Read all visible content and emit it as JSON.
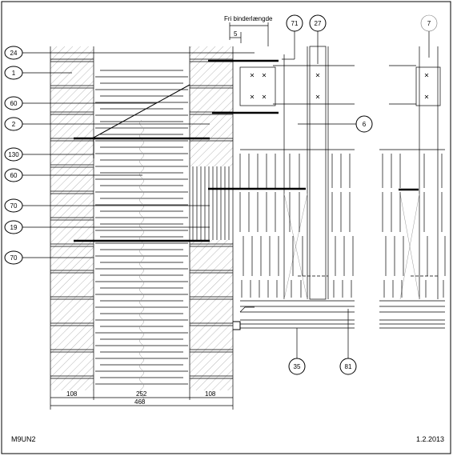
{
  "drawing": {
    "code": "M9UN2",
    "date": "1.2.2013",
    "annotation_free_length": "Fri binderlængde",
    "annotation_5": "5"
  },
  "dimensions": {
    "seg_left": "108",
    "seg_mid": "252",
    "seg_right": "108",
    "total": "468"
  },
  "callouts_left": [
    "24",
    "1",
    "60",
    "2",
    "130",
    "60",
    "70",
    "19",
    "70"
  ],
  "callouts_top": [
    "71",
    "27",
    "7"
  ],
  "callout_6": "6",
  "callouts_bottom": [
    "35",
    "81"
  ]
}
